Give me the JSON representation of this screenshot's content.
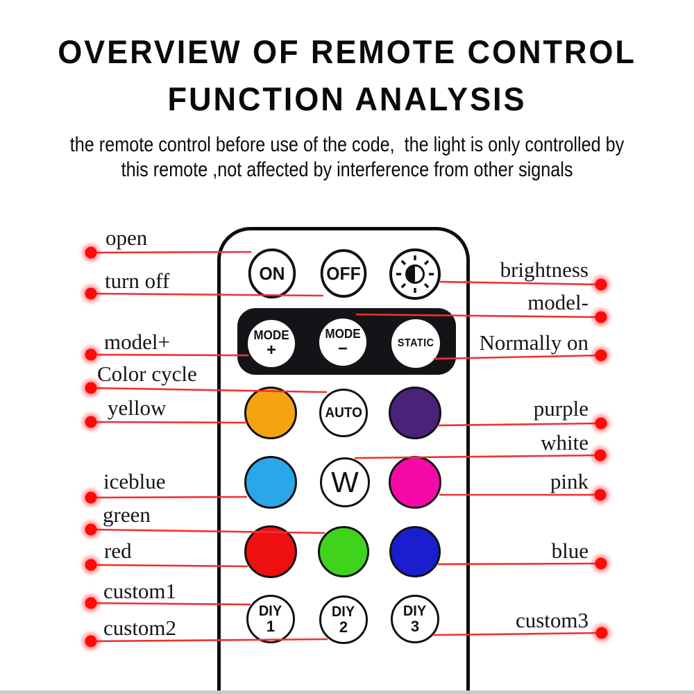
{
  "header": {
    "title_line1": "OVERVIEW OF REMOTE CONTROL",
    "title_line2": "FUNCTION ANALYSIS",
    "subtitle_line1": "the remote control before use of the code,  the light is only controlled by",
    "subtitle_line2": "this remote ,not affected by interference from other signals"
  },
  "remote": {
    "buttons": {
      "on": "ON",
      "off": "OFF",
      "brightness_icon": "brightness-dimmer-icon",
      "mode_plus": [
        "MODE",
        "+"
      ],
      "mode_minus": [
        "MODE",
        "−"
      ],
      "static": "STATIC",
      "auto": "AUTO",
      "white": "W",
      "diy1": [
        "DIY",
        "1"
      ],
      "diy2": [
        "DIY",
        "2"
      ],
      "diy3": [
        "DIY",
        "3"
      ]
    },
    "button_colors": {
      "yellow": "#F6A312",
      "purple": "#4A2277",
      "iceblue": "#2AA7E8",
      "pink": "#F609A9",
      "red": "#EE1010",
      "green": "#3FD41B",
      "blue": "#1A1ECE"
    }
  },
  "callouts": {
    "left": [
      "open",
      "turn off",
      "model+",
      "Color cycle",
      "yellow",
      "iceblue",
      "green",
      "red",
      "custom1",
      "custom2"
    ],
    "right": [
      "brightness",
      "model-",
      "Normally on",
      "purple",
      "white",
      "pink",
      "blue",
      "custom3"
    ]
  },
  "accent": {
    "line_color": "#F23030",
    "dot_color": "#FF0A0A"
  }
}
